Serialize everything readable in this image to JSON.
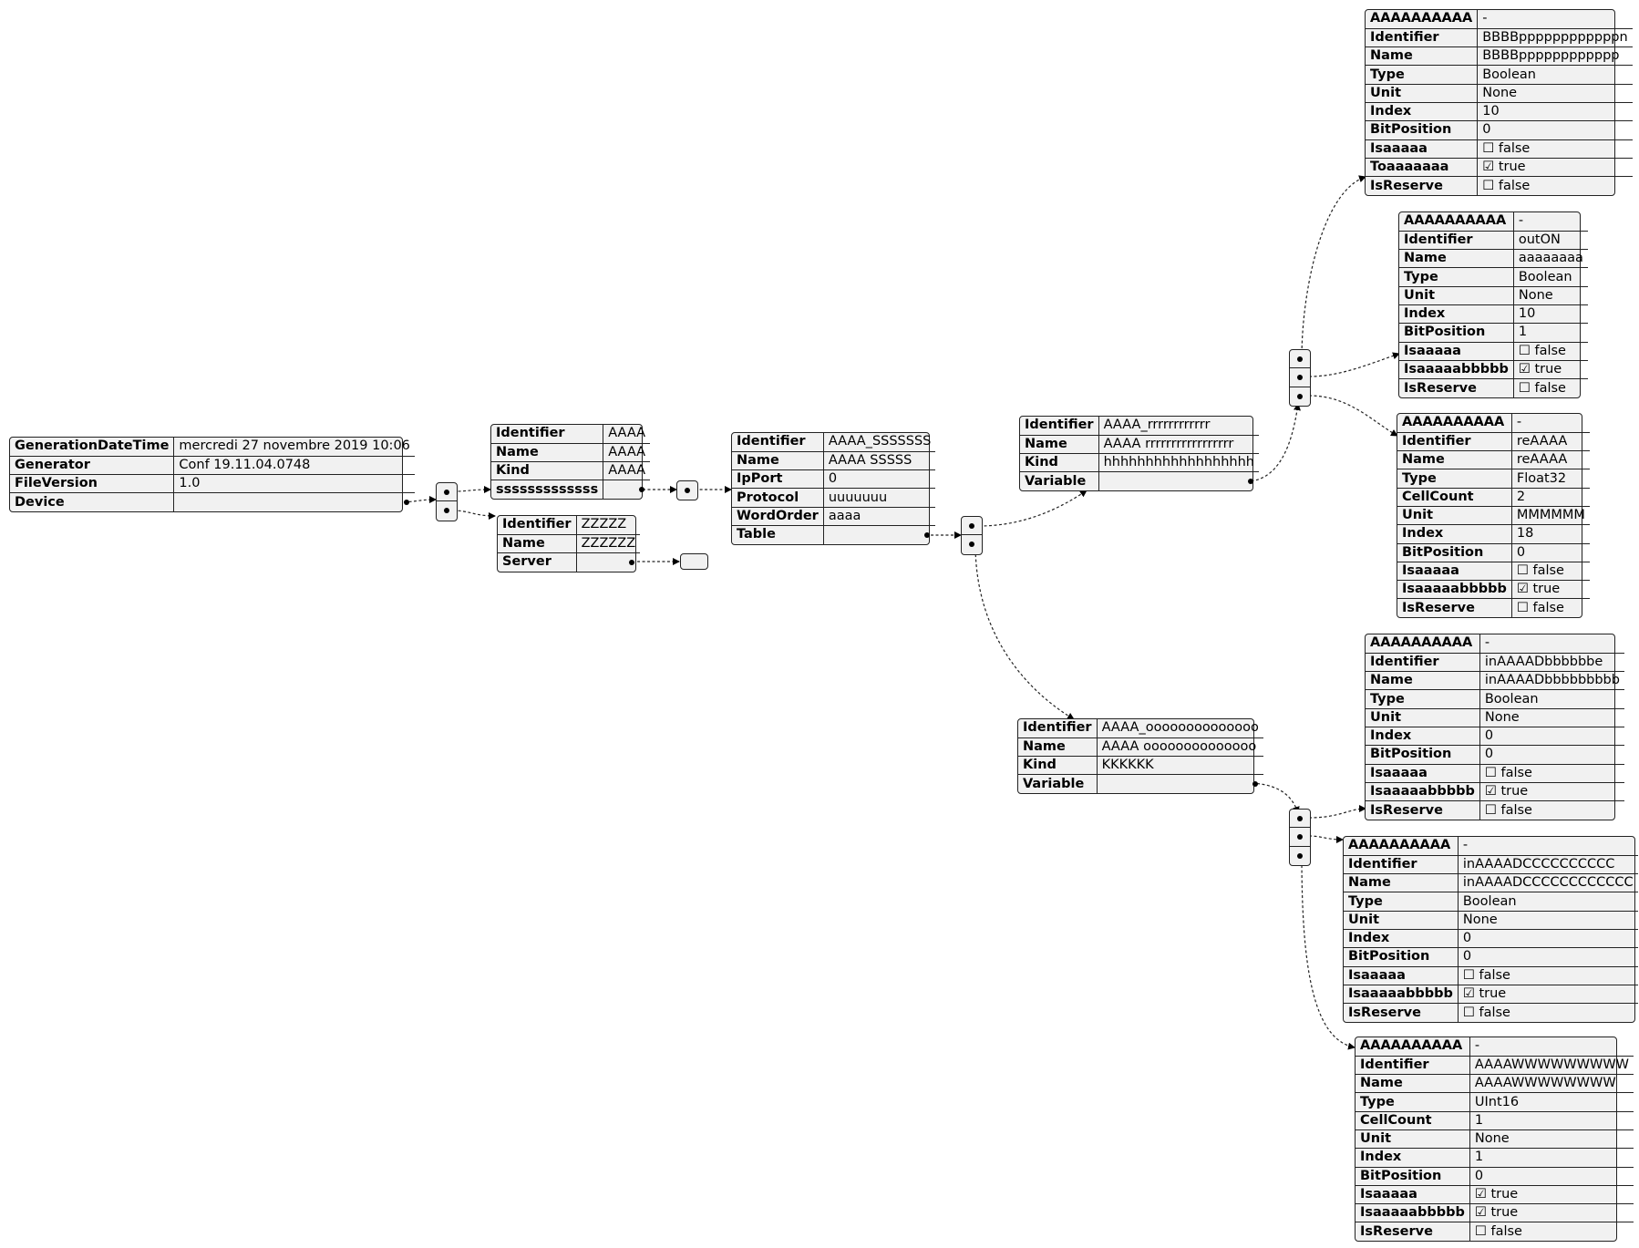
{
  "tables": {
    "root": [
      {
        "k": "GenerationDateTime",
        "v": "mercredi 27 novembre 2019 10:06"
      },
      {
        "k": "Generator",
        "v": "Conf 19.11.04.0748"
      },
      {
        "k": "FileVersion",
        "v": "1.0"
      },
      {
        "k": "Device",
        "v": ""
      }
    ],
    "device1": [
      {
        "k": "Identifier",
        "v": "AAAA"
      },
      {
        "k": "Name",
        "v": "AAAA"
      },
      {
        "k": "Kind",
        "v": "AAAA"
      },
      {
        "k": "sssssssssssss",
        "v": ""
      }
    ],
    "device2": [
      {
        "k": "Identifier",
        "v": "ZZZZZ"
      },
      {
        "k": "Name",
        "v": "ZZZZZZ"
      },
      {
        "k": "Server",
        "v": ""
      }
    ],
    "server": [
      {
        "k": "Identifier",
        "v": "AAAA_SSSSSSS"
      },
      {
        "k": "Name",
        "v": "AAAA SSSSS"
      },
      {
        "k": "IpPort",
        "v": "0"
      },
      {
        "k": "Protocol",
        "v": "uuuuuuu"
      },
      {
        "k": "WordOrder",
        "v": "aaaa"
      },
      {
        "k": "Table",
        "v": ""
      }
    ],
    "table1": [
      {
        "k": "Identifier",
        "v": "AAAA_rrrrrrrrrrrr"
      },
      {
        "k": "Name",
        "v": "AAAA rrrrrrrrrrrrrrrrr"
      },
      {
        "k": "Kind",
        "v": "hhhhhhhhhhhhhhhhhh"
      },
      {
        "k": "Variable",
        "v": ""
      }
    ],
    "table2": [
      {
        "k": "Identifier",
        "v": "AAAA_oooooooooooooo"
      },
      {
        "k": "Name",
        "v": "AAAA oooooooooooooo"
      },
      {
        "k": "Kind",
        "v": "KKKKKK"
      },
      {
        "k": "Variable",
        "v": ""
      }
    ],
    "var1": [
      {
        "k": "AAAAAAAAAA",
        "v": "-"
      },
      {
        "k": "Identifier",
        "v": "BBBBppppppppppppn"
      },
      {
        "k": "Name",
        "v": "BBBBpppppppppppp"
      },
      {
        "k": "Type",
        "v": "Boolean"
      },
      {
        "k": "Unit",
        "v": "None"
      },
      {
        "k": "Index",
        "v": "10"
      },
      {
        "k": "BitPosition",
        "v": "0"
      },
      {
        "k": "Isaaaaa",
        "v": "☐ false"
      },
      {
        "k": "Toaaaaaaa",
        "v": "☑ true"
      },
      {
        "k": "IsReserve",
        "v": "☐ false"
      }
    ],
    "var2": [
      {
        "k": "AAAAAAAAAA",
        "v": "-"
      },
      {
        "k": "Identifier",
        "v": "outON"
      },
      {
        "k": "Name",
        "v": "aaaaaaaa"
      },
      {
        "k": "Type",
        "v": "Boolean"
      },
      {
        "k": "Unit",
        "v": "None"
      },
      {
        "k": "Index",
        "v": "10"
      },
      {
        "k": "BitPosition",
        "v": "1"
      },
      {
        "k": "Isaaaaa",
        "v": "☐ false"
      },
      {
        "k": "Isaaaaabbbbb",
        "v": "☑ true"
      },
      {
        "k": "IsReserve",
        "v": "☐ false"
      }
    ],
    "var3": [
      {
        "k": "AAAAAAAAAA",
        "v": "-"
      },
      {
        "k": "Identifier",
        "v": "reAAAA"
      },
      {
        "k": "Name",
        "v": "reAAAA"
      },
      {
        "k": "Type",
        "v": "Float32"
      },
      {
        "k": "CellCount",
        "v": "2"
      },
      {
        "k": "Unit",
        "v": "MMMMMM"
      },
      {
        "k": "Index",
        "v": "18"
      },
      {
        "k": "BitPosition",
        "v": "0"
      },
      {
        "k": "Isaaaaa",
        "v": "☐ false"
      },
      {
        "k": "Isaaaaabbbbb",
        "v": "☑ true"
      },
      {
        "k": "IsReserve",
        "v": "☐ false"
      }
    ],
    "var4": [
      {
        "k": "AAAAAAAAAA",
        "v": "-"
      },
      {
        "k": "Identifier",
        "v": "inAAAADbbbbbbe"
      },
      {
        "k": "Name",
        "v": "inAAAADbbbbbbbbb"
      },
      {
        "k": "Type",
        "v": "Boolean"
      },
      {
        "k": "Unit",
        "v": "None"
      },
      {
        "k": "Index",
        "v": "0"
      },
      {
        "k": "BitPosition",
        "v": "0"
      },
      {
        "k": "Isaaaaa",
        "v": "☐ false"
      },
      {
        "k": "Isaaaaabbbbb",
        "v": "☑ true"
      },
      {
        "k": "IsReserve",
        "v": "☐ false"
      }
    ],
    "var5": [
      {
        "k": "AAAAAAAAAA",
        "v": "-"
      },
      {
        "k": "Identifier",
        "v": "inAAAADCCCCCCCCCC"
      },
      {
        "k": "Name",
        "v": "inAAAADCCCCCCCCCCCC"
      },
      {
        "k": "Type",
        "v": "Boolean"
      },
      {
        "k": "Unit",
        "v": "None"
      },
      {
        "k": "Index",
        "v": "0"
      },
      {
        "k": "BitPosition",
        "v": "0"
      },
      {
        "k": "Isaaaaa",
        "v": "☐ false"
      },
      {
        "k": "Isaaaaabbbbb",
        "v": "☑ true"
      },
      {
        "k": "IsReserve",
        "v": "☐ false"
      }
    ],
    "var6": [
      {
        "k": "AAAAAAAAAA",
        "v": "-"
      },
      {
        "k": "Identifier",
        "v": "AAAAWWWWWWWWW"
      },
      {
        "k": "Name",
        "v": "AAAAWWWWWWWW"
      },
      {
        "k": "Type",
        "v": "UInt16"
      },
      {
        "k": "CellCount",
        "v": "1"
      },
      {
        "k": "Unit",
        "v": "None"
      },
      {
        "k": "Index",
        "v": "1"
      },
      {
        "k": "BitPosition",
        "v": "0"
      },
      {
        "k": "Isaaaaa",
        "v": "☑ true"
      },
      {
        "k": "Isaaaaabbbbb",
        "v": "☑ true"
      },
      {
        "k": "IsReserve",
        "v": "☐ false"
      }
    ]
  }
}
